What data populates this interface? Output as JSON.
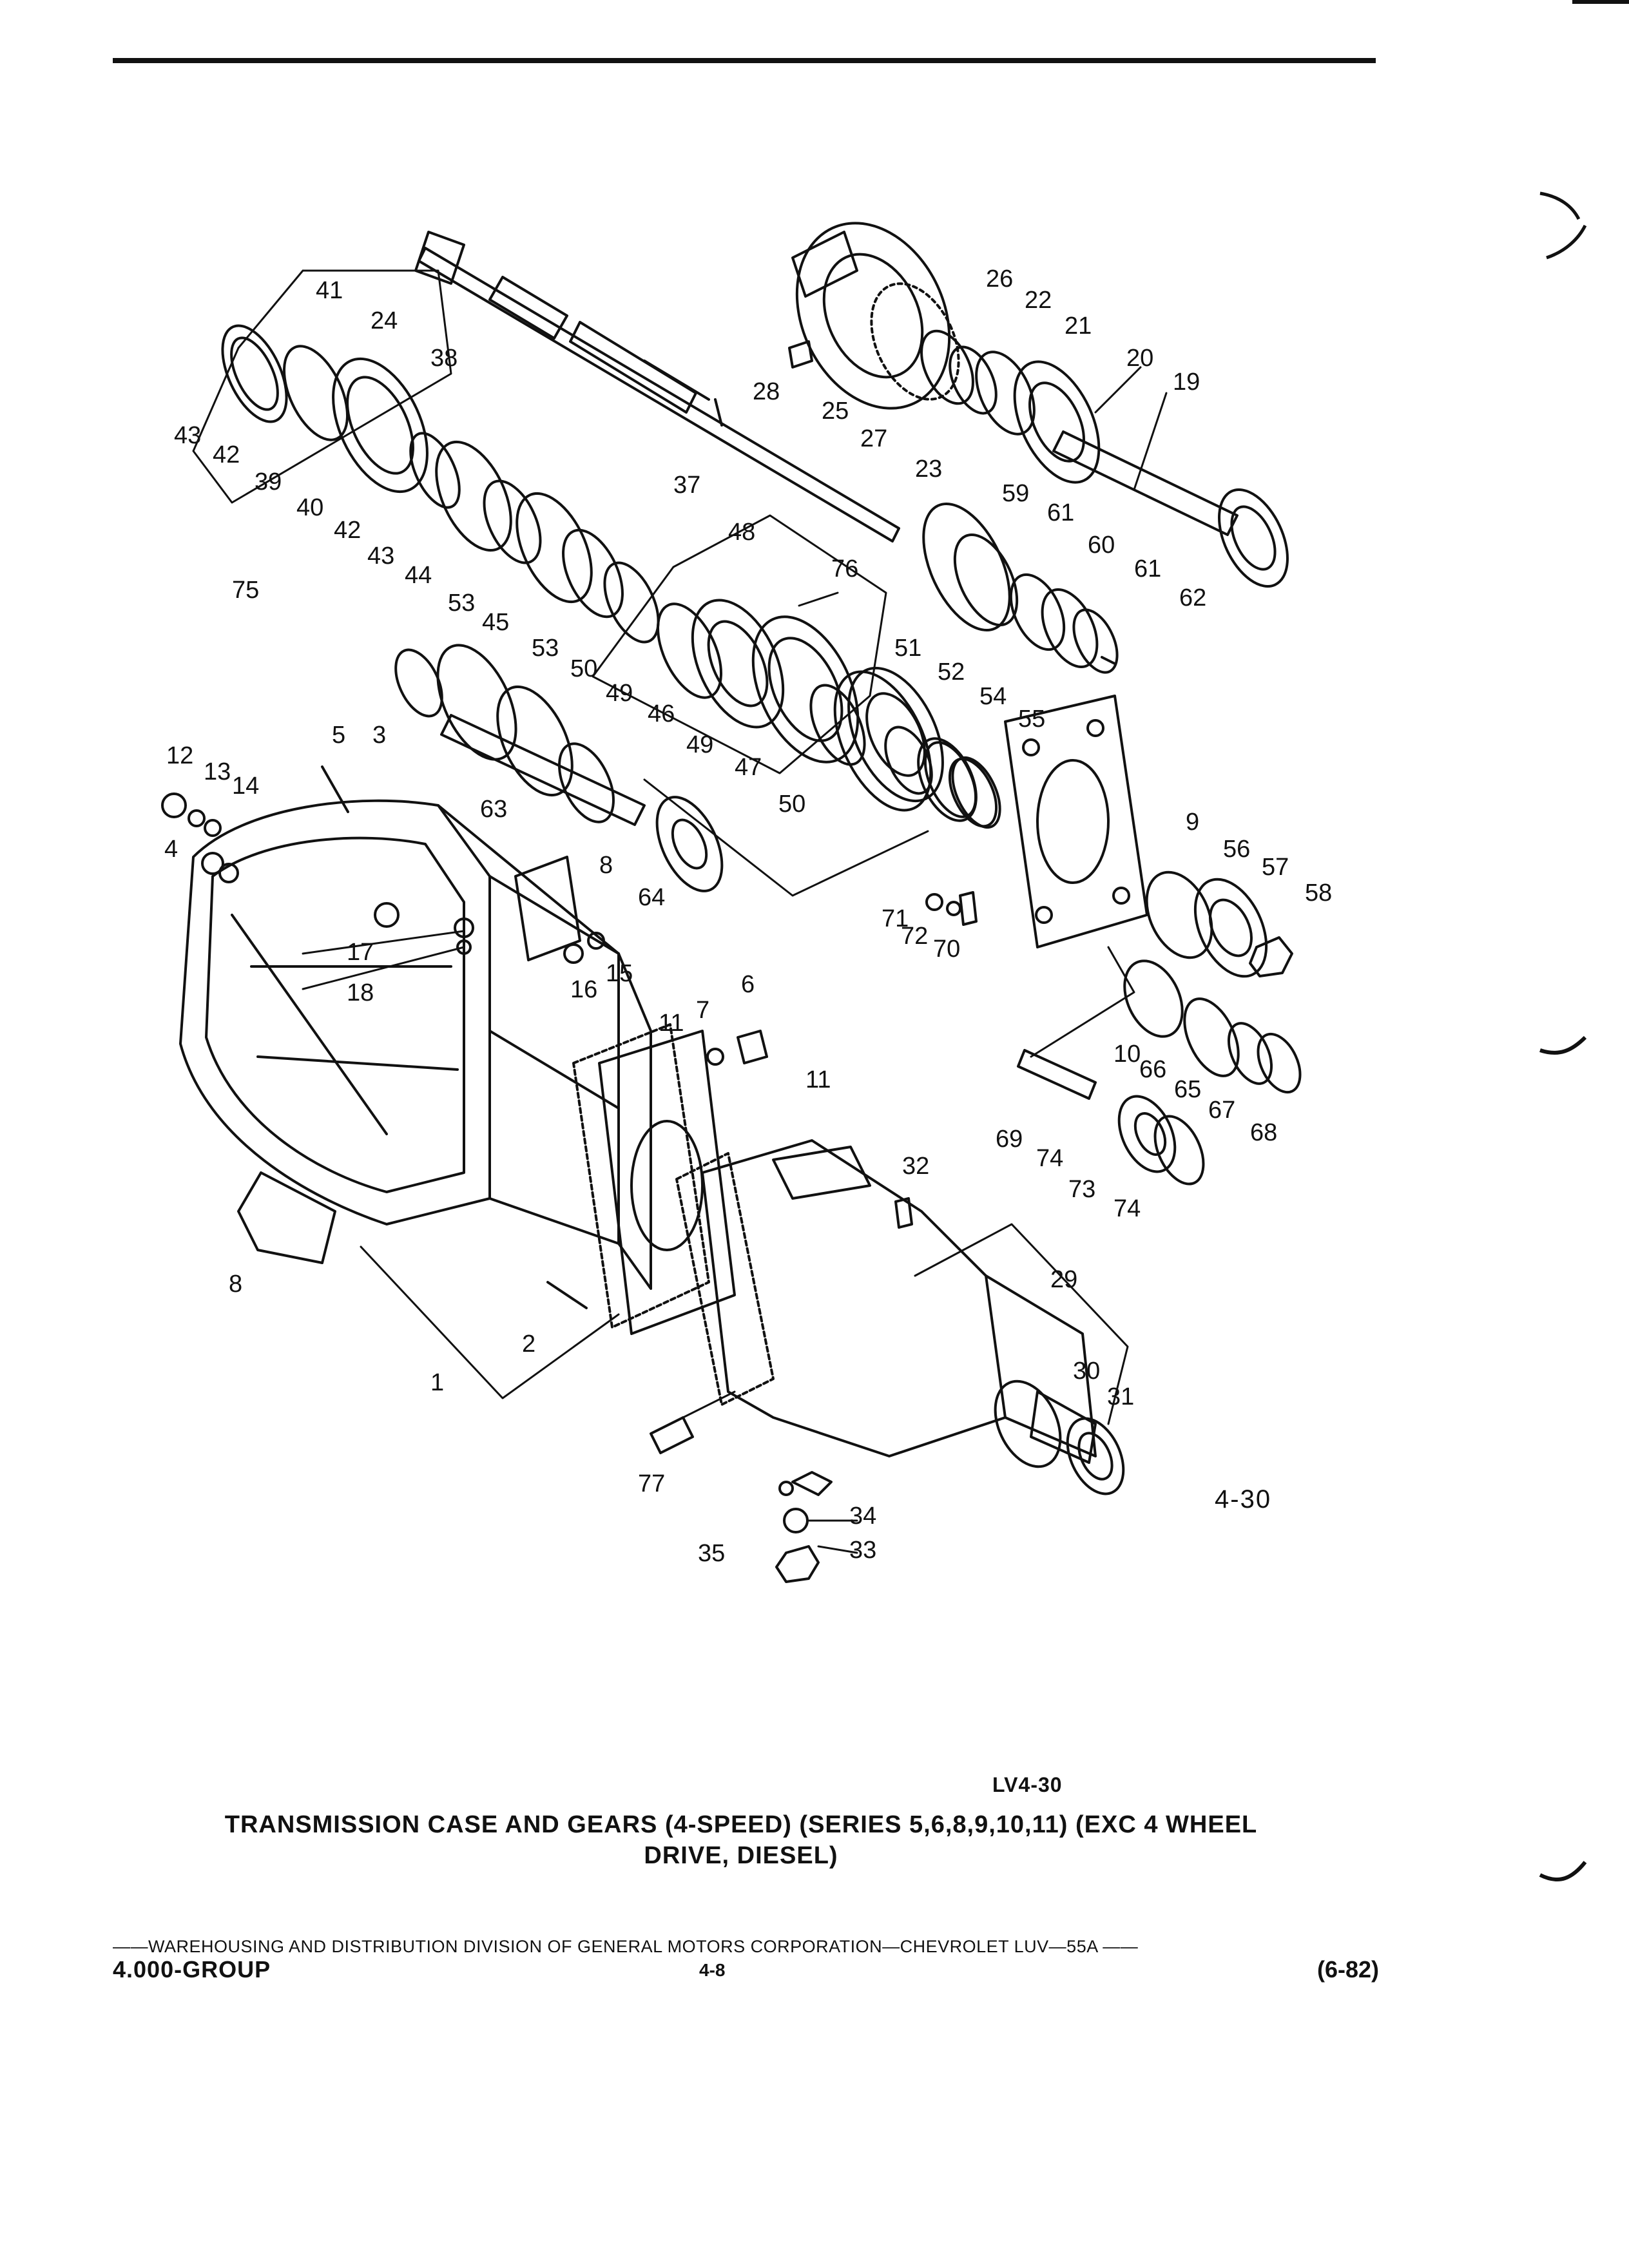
{
  "figure": {
    "number": "4-30",
    "callouts": [
      "1",
      "2",
      "3",
      "4",
      "5",
      "6",
      "7",
      "8",
      "8",
      "9",
      "10",
      "11",
      "11",
      "12",
      "13",
      "14",
      "15",
      "16",
      "17",
      "18",
      "19",
      "20",
      "21",
      "22",
      "23",
      "24",
      "25",
      "26",
      "27",
      "28",
      "29",
      "30",
      "31",
      "32",
      "33",
      "34",
      "35",
      "37",
      "38",
      "39",
      "40",
      "41",
      "42",
      "42",
      "43",
      "43",
      "44",
      "45",
      "46",
      "47",
      "48",
      "49",
      "49",
      "50",
      "50",
      "51",
      "52",
      "53",
      "53",
      "54",
      "55",
      "56",
      "57",
      "58",
      "59",
      "60",
      "61",
      "61",
      "62",
      "63",
      "64",
      "65",
      "66",
      "67",
      "68",
      "69",
      "70",
      "71",
      "72",
      "73",
      "74",
      "74",
      "75",
      "76",
      "77"
    ]
  },
  "reference_code": "LV4-30",
  "caption": {
    "line1": "TRANSMISSION CASE AND GEARS (4-SPEED) (SERIES 5,6,8,9,10,11) (EXC 4 WHEEL",
    "line2": "DRIVE, DIESEL)"
  },
  "footer": {
    "publisher_line": "——WAREHOUSING AND DISTRIBUTION  DIVISION OF GENERAL MOTORS CORPORATION—CHEVROLET LUV—55A  ——",
    "group": "4.000-GROUP",
    "page": "4-8",
    "date": "(6-82)"
  },
  "colors": {
    "ink": "#111111",
    "paper": "#ffffff"
  }
}
